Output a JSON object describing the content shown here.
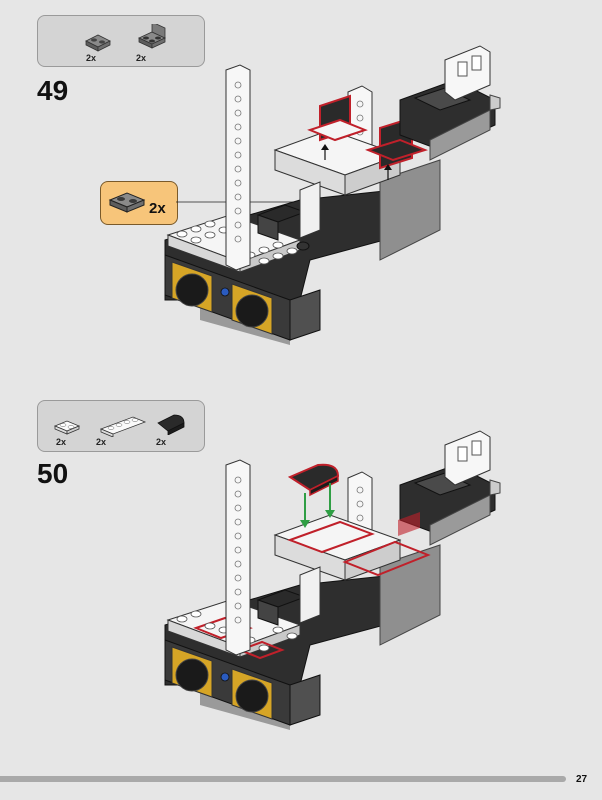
{
  "steps": [
    {
      "number": "49",
      "parts": [
        {
          "qty": "2x",
          "icon": "dark-gray-plate-1x2-icon"
        },
        {
          "qty": "2x",
          "icon": "dark-gray-bracket-icon"
        }
      ],
      "callout": {
        "qty": "2x",
        "icon": "dark-gray-plate-1x2-icon"
      }
    },
    {
      "number": "50",
      "parts": [
        {
          "qty": "2x",
          "icon": "white-plate-1x2-icon"
        },
        {
          "qty": "2x",
          "icon": "white-plate-1x4-icon"
        },
        {
          "qty": "2x",
          "icon": "black-curved-slope-icon"
        }
      ]
    }
  ],
  "colors": {
    "page": "#e6e6e6",
    "part_box": "#d4d4d4",
    "callout": "#f7c57a",
    "highlight": "#c0202a",
    "arrow": "#2f9e44",
    "black_brick": "#2a2a2a",
    "white_brick": "#f5f5f5",
    "gray_brick": "#8f8f8f",
    "yellow_brick": "#d6a526"
  },
  "page_number": "27"
}
